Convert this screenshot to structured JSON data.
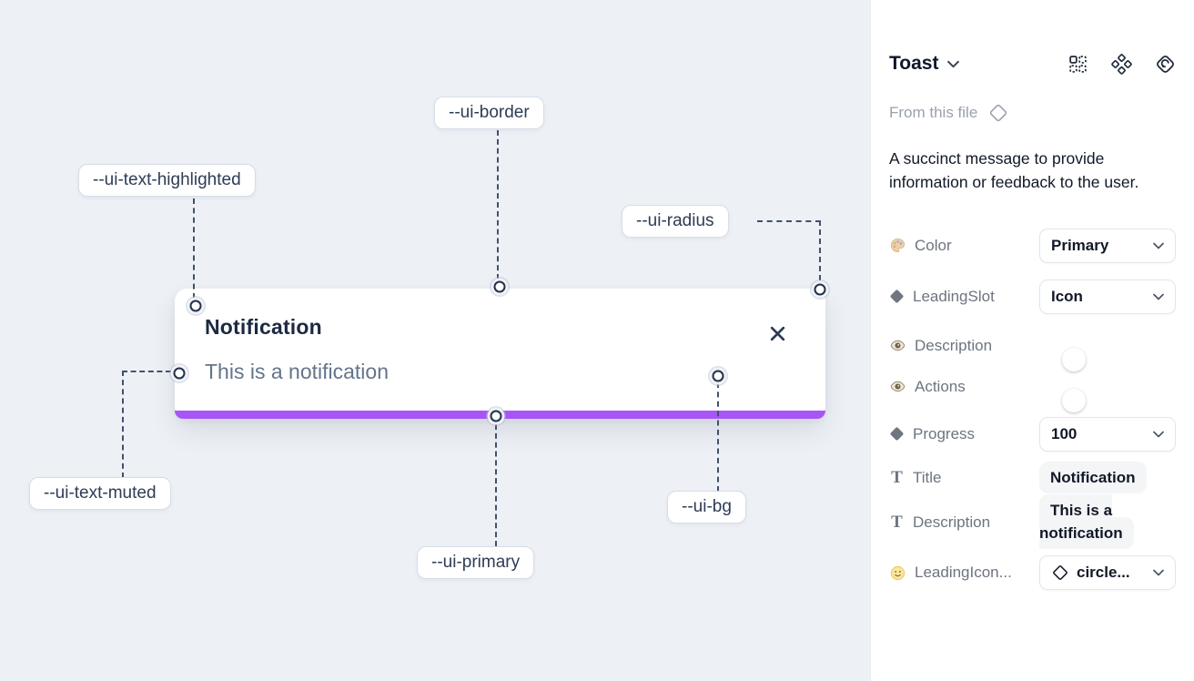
{
  "canvas": {
    "toast": {
      "title": "Notification",
      "description": "This is a notification"
    },
    "annotations": [
      {
        "label": "--ui-border"
      },
      {
        "label": "--ui-text-highlighted"
      },
      {
        "label": "--ui-radius"
      },
      {
        "label": "--ui-text-muted"
      },
      {
        "label": "--ui-primary"
      },
      {
        "label": "--ui-bg"
      }
    ]
  },
  "panel": {
    "title": "Toast",
    "source_label": "From this file",
    "description": "A succinct message to provide information or feedback to the user.",
    "properties": [
      {
        "icon": "palette-icon",
        "label": "Color",
        "control": "select",
        "value": "Primary"
      },
      {
        "icon": "diamond-icon",
        "label": "LeadingSlot",
        "control": "select",
        "value": "Icon"
      },
      {
        "icon": "eye-icon",
        "label": "Description",
        "control": "toggle",
        "value": "on"
      },
      {
        "icon": "eye-icon",
        "label": "Actions",
        "control": "toggle",
        "value": "on"
      },
      {
        "icon": "diamond-icon",
        "label": "Progress",
        "control": "select",
        "value": "100"
      },
      {
        "icon": "text-icon",
        "label": "Title",
        "control": "text",
        "value": "Notification"
      },
      {
        "icon": "text-icon",
        "label": "Description",
        "control": "text",
        "value": "This is a notification"
      },
      {
        "icon": "smiley-icon",
        "label": "LeadingIcon...",
        "control": "select",
        "value": "circle..."
      }
    ],
    "icon_glyphs": {
      "text": "T"
    }
  },
  "colors": {
    "primary": "#a855f7",
    "toggle_on": "#2b9cf2",
    "canvas_bg": "#edf1f6",
    "toast_title_text": "#1c2942",
    "toast_muted_text": "#64748b"
  }
}
